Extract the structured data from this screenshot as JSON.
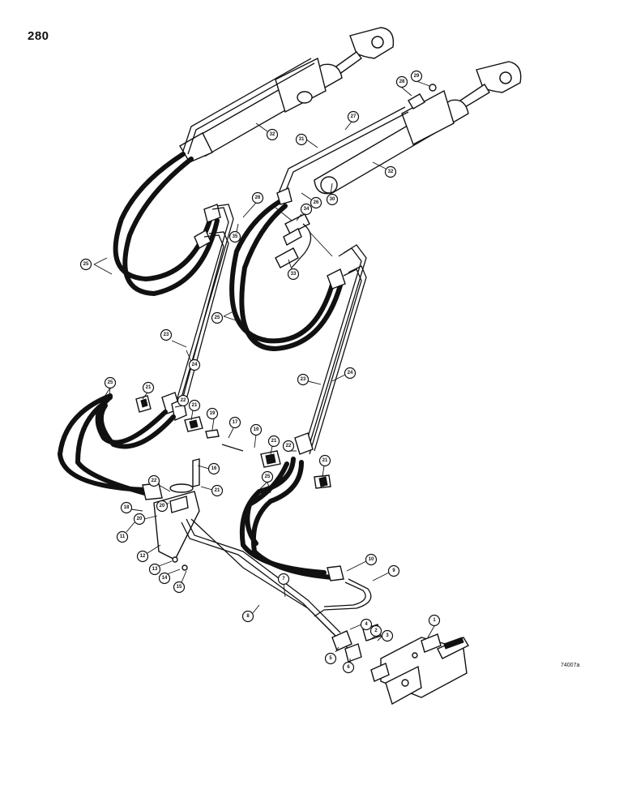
{
  "page": {
    "number": "280",
    "figure_code": "74007a"
  },
  "callouts": [
    "1",
    "2",
    "3",
    "4",
    "5",
    "6",
    "7",
    "8",
    "9",
    "10",
    "11",
    "12",
    "13",
    "14",
    "15",
    "16",
    "17",
    "18",
    "19",
    "20",
    "21",
    "22",
    "23",
    "24",
    "25",
    "26",
    "27",
    "28",
    "29",
    "30",
    "31",
    "32",
    "33",
    "34",
    "35"
  ],
  "colors": {
    "line": "#111111",
    "background": "#ffffff"
  }
}
